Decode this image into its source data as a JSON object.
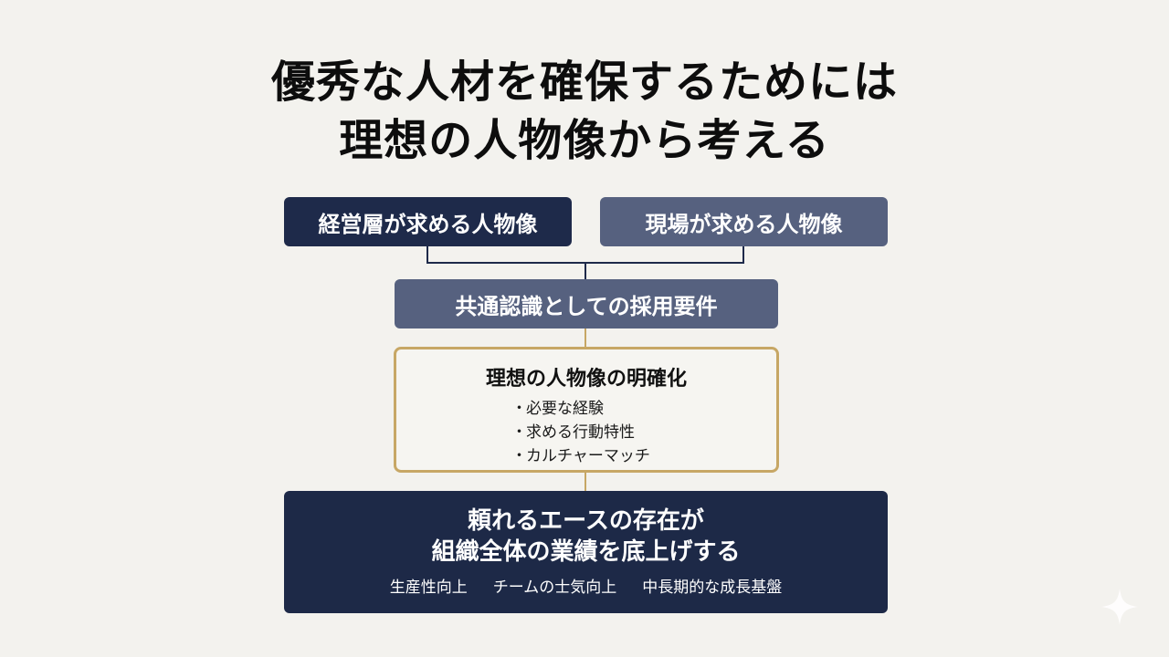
{
  "title": {
    "line1": "優秀な人材を確保するためには",
    "line2": "理想の人物像から考える"
  },
  "boxes": {
    "executive": "経営層が求める人物像",
    "field": "現場が求める人物像",
    "common": "共通認識としての採用要件"
  },
  "ideal": {
    "title": "理想の人物像の明確化",
    "items": [
      "必要な経験",
      "求める行動特性",
      "カルチャーマッチ"
    ]
  },
  "ace": {
    "line1": "頼れるエースの存在が",
    "line2": "組織全体の業績を底上げする",
    "tags": [
      "生産性向上",
      "チームの士気向上",
      "中長期的な成長基盤"
    ]
  },
  "colors": {
    "navy": "#1e2a4a",
    "slate": "#56617f",
    "gold": "#c7a765",
    "background": "#f3f2ee"
  }
}
